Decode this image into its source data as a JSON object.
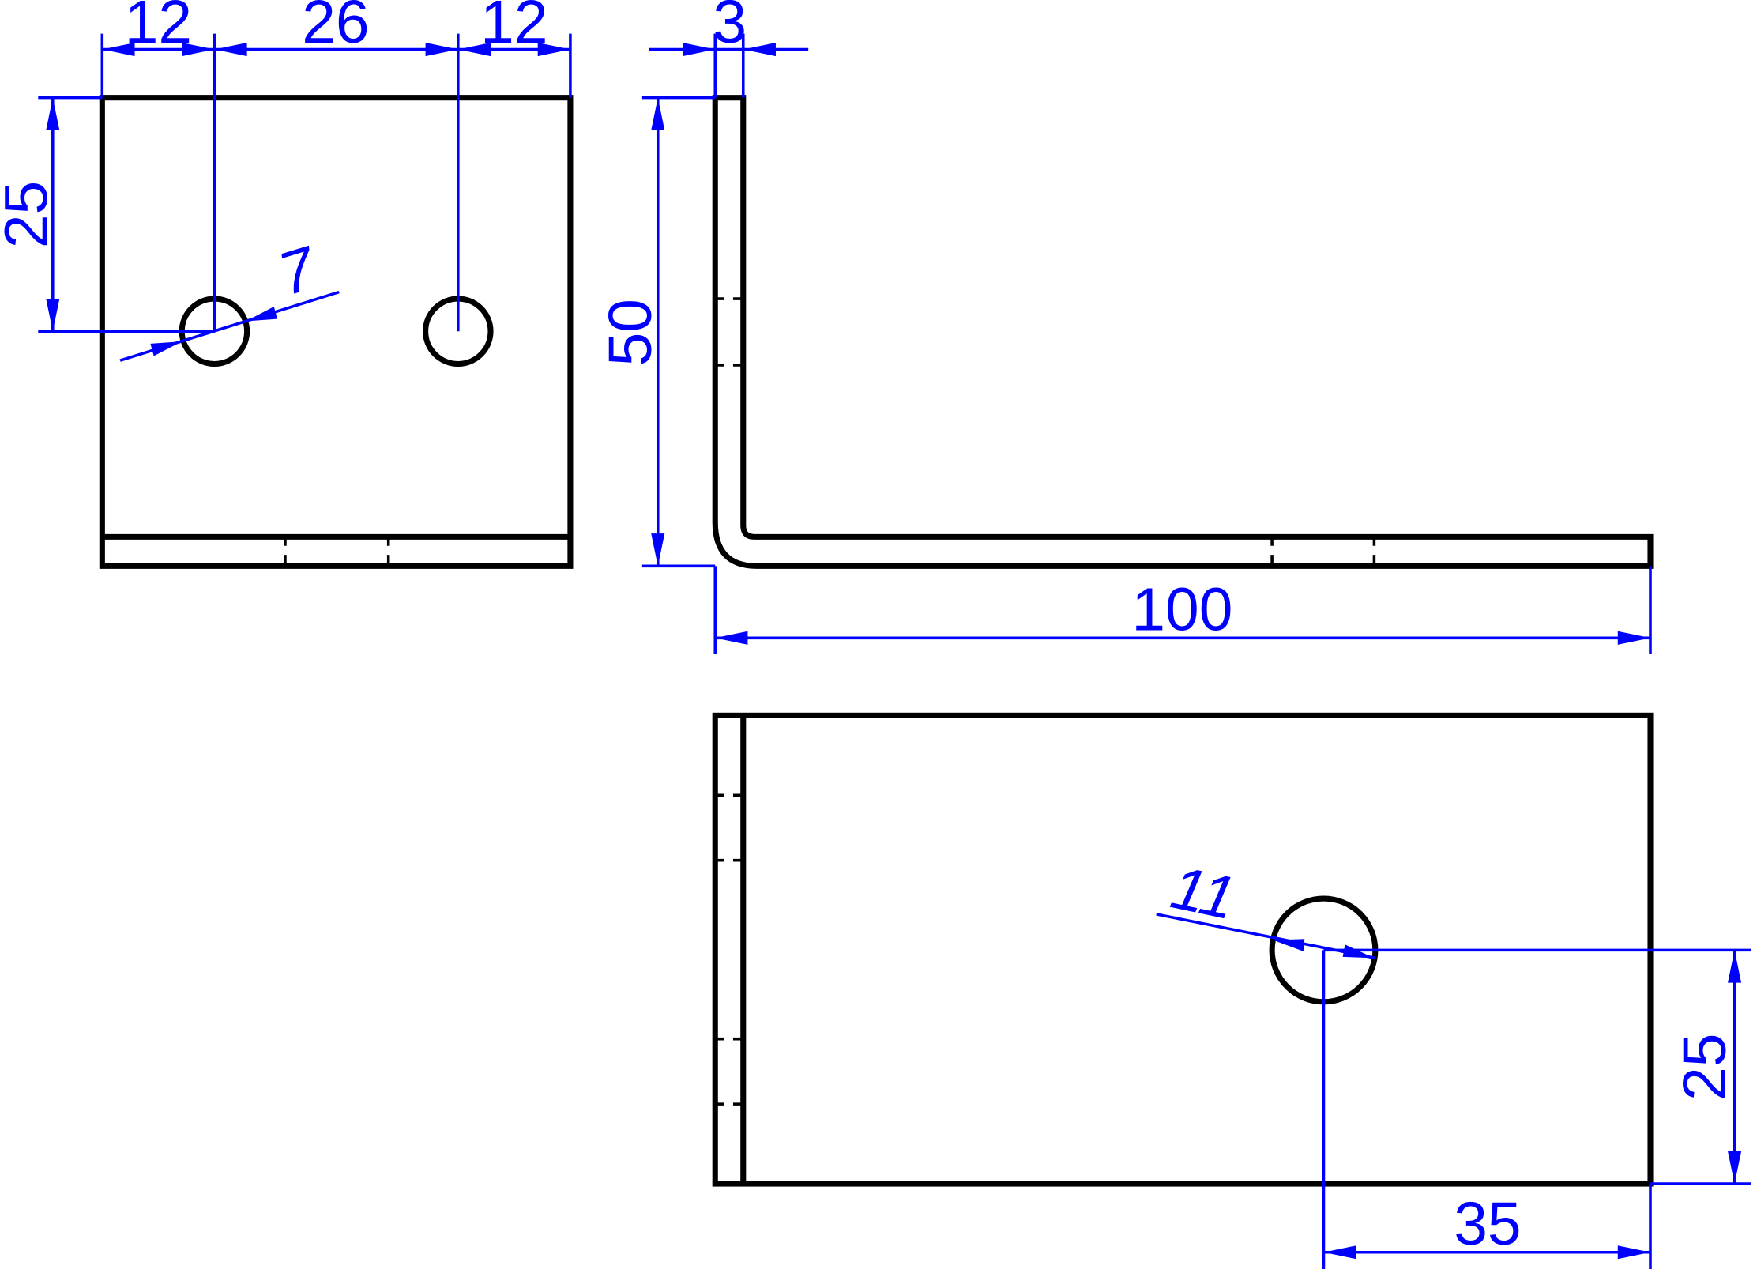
{
  "dimensions": {
    "front_left_margin": "12",
    "hole_spacing": "26",
    "front_right_margin": "12",
    "hole_height": "25",
    "small_hole_dia": "7",
    "thickness": "3",
    "leg_height": "50",
    "base_length": "100",
    "large_hole_dia": "11",
    "large_hole_offset_y": "25",
    "large_hole_offset_x": "35"
  },
  "colors": {
    "part_outline": "#000000",
    "dimension": "#0000ff",
    "background": "#ffffff"
  }
}
